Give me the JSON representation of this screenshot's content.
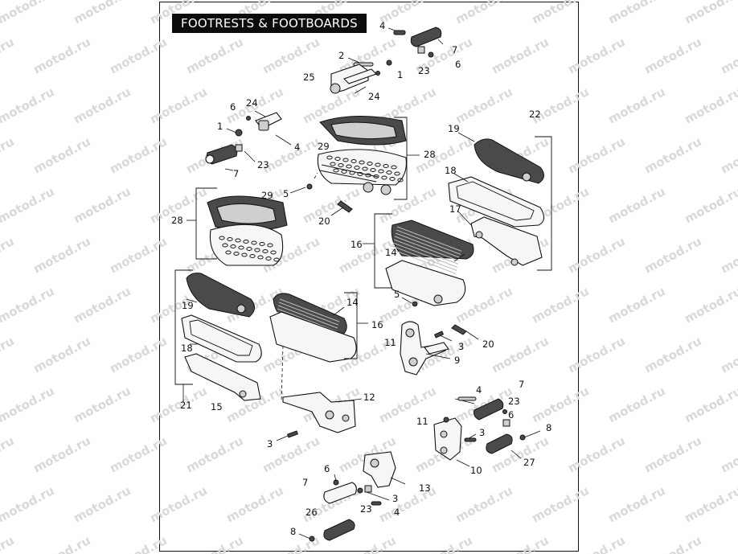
{
  "title": "FOOTRESTS & FOOTBOARDS",
  "watermark": "motod.ru",
  "colors": {
    "title_bg": "#0c0c0c",
    "title_text": "#ffffff",
    "watermark": "#d9d9d9",
    "line": "#111111"
  },
  "callouts": [
    "4",
    "7",
    "2",
    "1",
    "23",
    "6",
    "25",
    "24",
    "6",
    "24",
    "1",
    "4",
    "7",
    "23",
    "29",
    "28",
    "5",
    "20",
    "19",
    "22",
    "18",
    "17",
    "29",
    "28",
    "16",
    "14",
    "5",
    "19",
    "18",
    "21",
    "15",
    "14",
    "16",
    "11",
    "3",
    "20",
    "9",
    "12",
    "3",
    "7",
    "4",
    "23",
    "11",
    "6",
    "3",
    "8",
    "27",
    "10",
    "6",
    "7",
    "13",
    "3",
    "23",
    "4",
    "26",
    "8"
  ]
}
